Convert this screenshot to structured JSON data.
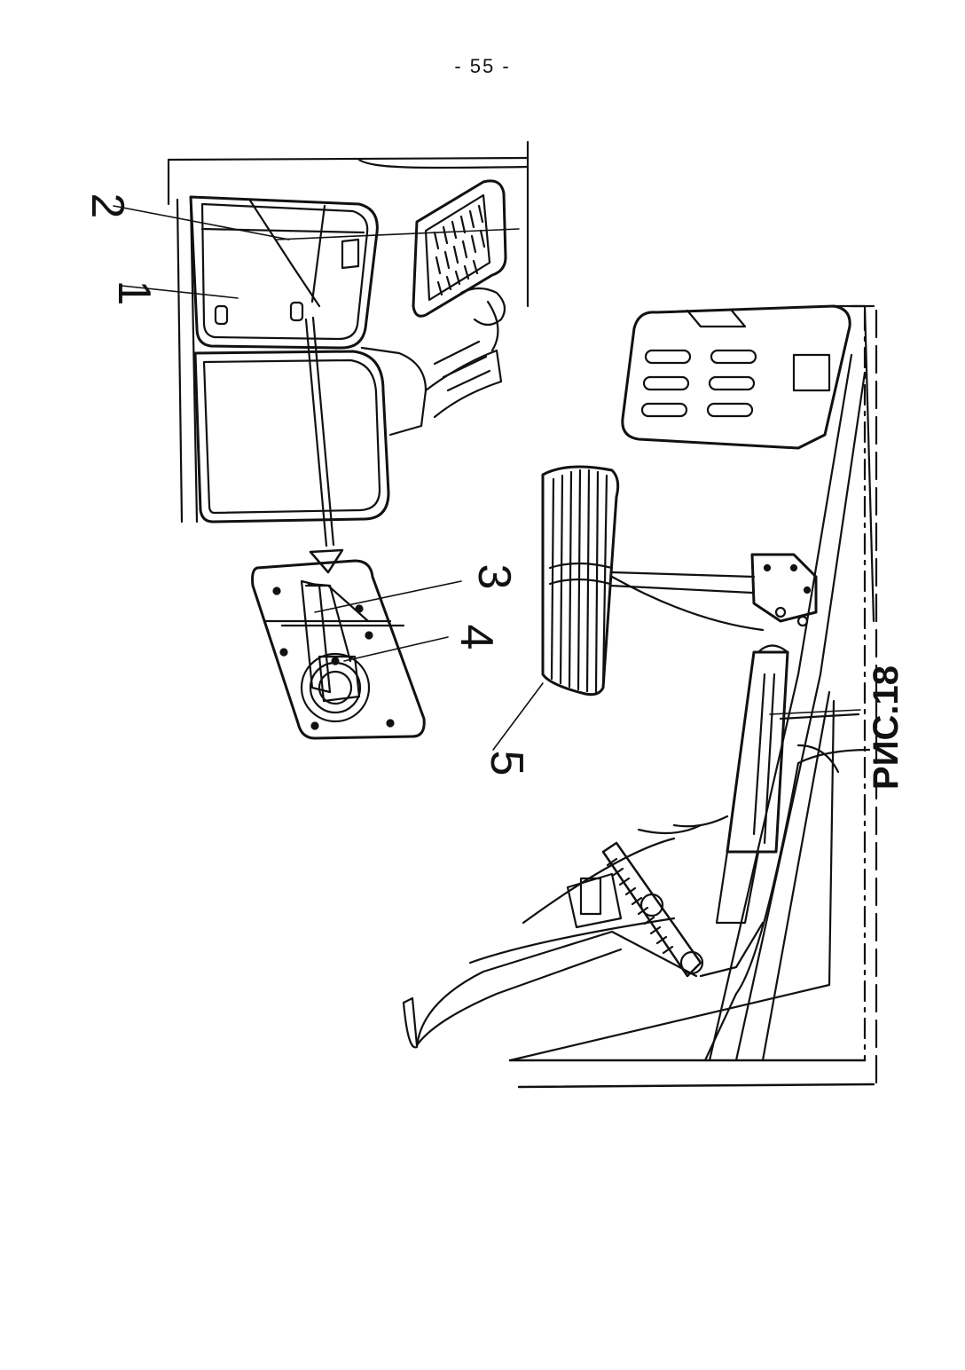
{
  "page_number": "- 55 -",
  "figure": {
    "caption": "РИС.18",
    "callouts": [
      "1",
      "2",
      "3",
      "4",
      "5"
    ]
  }
}
